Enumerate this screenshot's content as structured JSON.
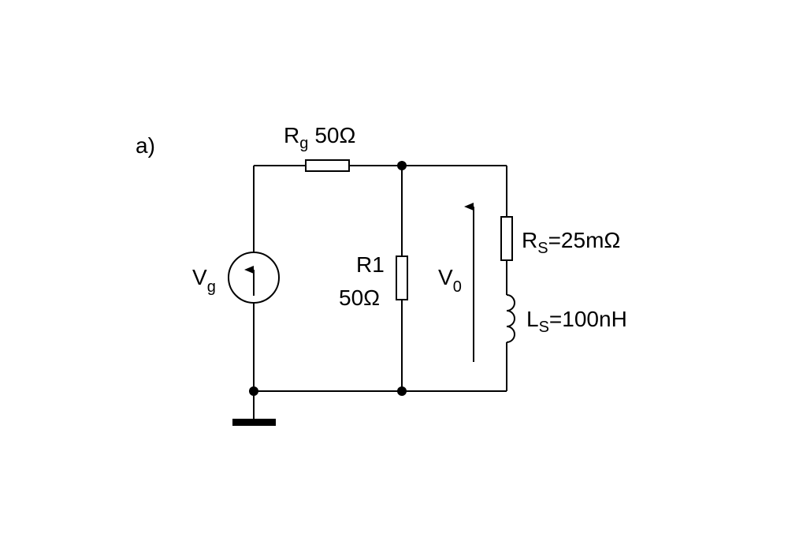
{
  "diagram": {
    "panel_label": "a)",
    "labels": {
      "rg_main": "R",
      "rg_sub": "g",
      "rg_value": "50Ω",
      "vg_main": "V",
      "vg_sub": "g",
      "r1_name": "R1",
      "r1_value": "50Ω",
      "v0_main": "V",
      "v0_sub": "0",
      "rs_main": "R",
      "rs_sub": "S",
      "rs_value": "=25mΩ",
      "ls_main": "L",
      "ls_sub": "S",
      "ls_value": "=100nH"
    }
  }
}
